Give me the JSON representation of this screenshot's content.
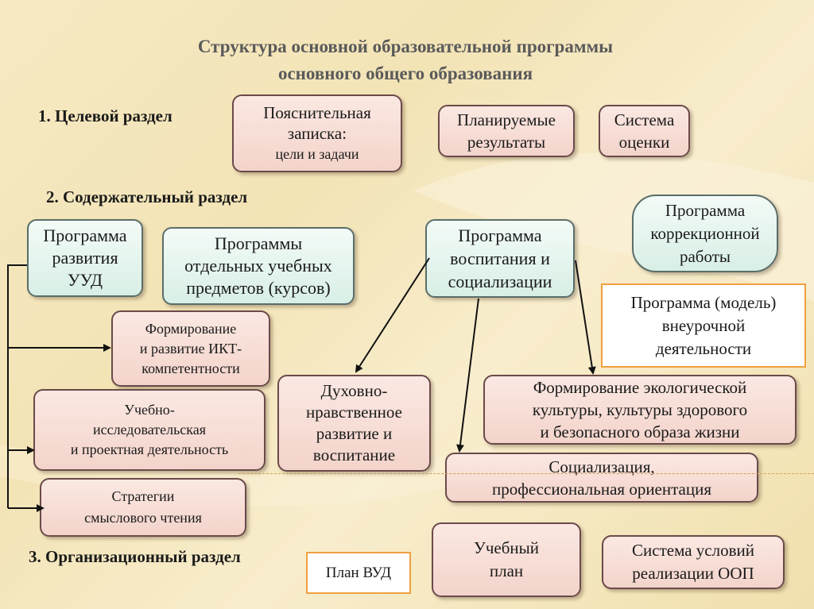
{
  "title": {
    "line1": "Структура основной образовательной программы",
    "line2": "основного общего образования"
  },
  "sections": {
    "s1": "1. Целевой раздел",
    "s2": "2. Содержательный раздел",
    "s3": "3. Организационный  раздел"
  },
  "target": {
    "explanatory": {
      "l1": "Пояснительная",
      "l2": "записка:",
      "l3": "цели и задачи"
    },
    "planned": {
      "l1": "Планируемые",
      "l2": "результаты"
    },
    "evaluation": {
      "l1": "Система",
      "l2": "оценки"
    }
  },
  "content": {
    "uud": {
      "l1": "Программа",
      "l2": "развития",
      "l3": "УУД"
    },
    "subjects": {
      "l1": "Программы",
      "l2": "отдельных  учебных",
      "l3": "предметов (курсов)"
    },
    "upbringing": {
      "l1": "Программа",
      "l2": "воспитания и",
      "l3": "социализации"
    },
    "correction": {
      "l1": "Программа",
      "l2": "коррекционной",
      "l3": "работы"
    },
    "extracurricular": {
      "l1": "Программа (модель)",
      "l2": "внеурочной",
      "l3": "деятельности"
    },
    "ict": {
      "l1": "Формирование",
      "l2": "и развитие ИКТ-",
      "l3": "компетентности"
    },
    "research": {
      "l1": "Учебно-",
      "l2": "исследовательская",
      "l3": "и проектная  деятельность"
    },
    "reading": {
      "l1": "Стратегии",
      "l2": "смыслового чтения"
    },
    "spiritual": {
      "l1": "Духовно-",
      "l2": "нравственное",
      "l3": "развитие и",
      "l4": "воспитание"
    },
    "ecology": {
      "l1": "Формирование экологической",
      "l2": "культуры, культуры здорового",
      "l3": "и безопасного образа жизни"
    },
    "socialization": {
      "l1": "Социализация,",
      "l2": "профессиональная ориентация"
    }
  },
  "organizational": {
    "plan_vud": "План ВУД",
    "curriculum": {
      "l1": "Учебный",
      "l2": "план"
    },
    "conditions": {
      "l1": "Система условий",
      "l2": "реализации ООП"
    }
  }
}
